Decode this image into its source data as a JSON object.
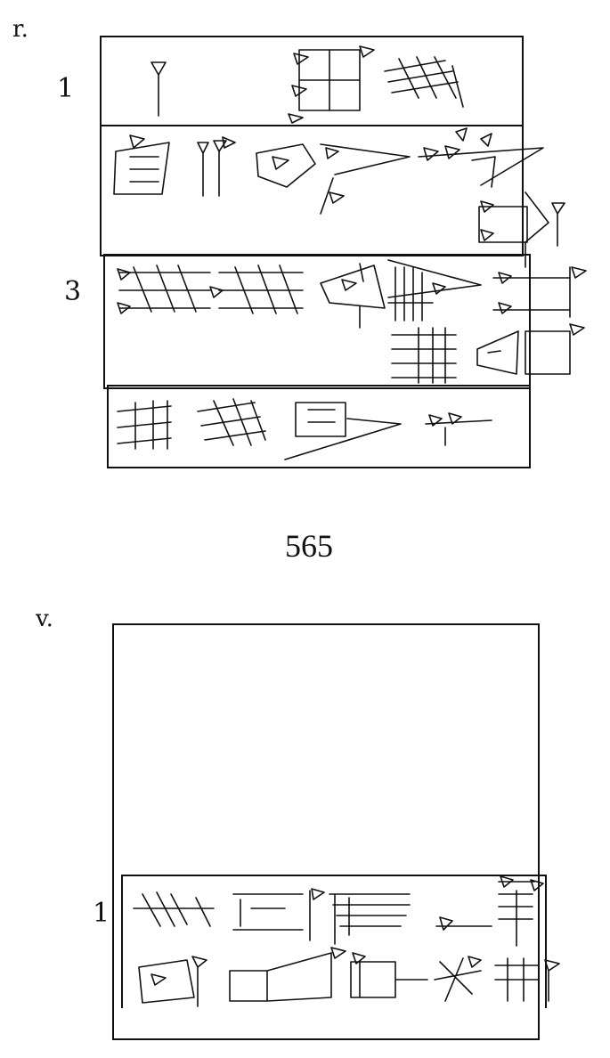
{
  "obverse": {
    "side_label": "r.",
    "line_numbers": [
      "1",
      "3"
    ]
  },
  "text_number": "565",
  "reverse": {
    "side_label": "v.",
    "line_numbers": [
      "1"
    ]
  }
}
